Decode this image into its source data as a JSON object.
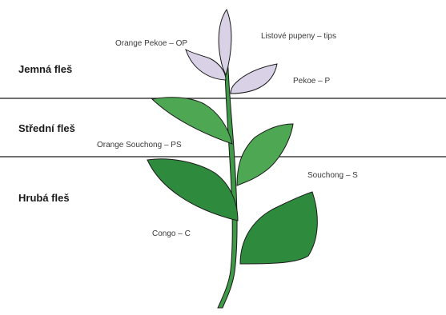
{
  "zones": {
    "fine": "Jemná fleš",
    "medium": "Střední fleš",
    "coarse": "Hrubá fleš"
  },
  "leaves": {
    "orange_pekoe": "Orange Pekoe – OP",
    "tips": "Listové pupeny – tips",
    "pekoe": "Pekoe – P",
    "orange_souchong": "Orange Souchong – PS",
    "souchong": "Souchong – S",
    "congo": "Congo – C"
  },
  "colors": {
    "bud": "#d9d2e7",
    "leaf_light": "#4ea853",
    "leaf_dark": "#2e8a3d",
    "stem": "#3f9a48",
    "outline": "#1a1a1a",
    "divider": "#1a1a1a"
  }
}
